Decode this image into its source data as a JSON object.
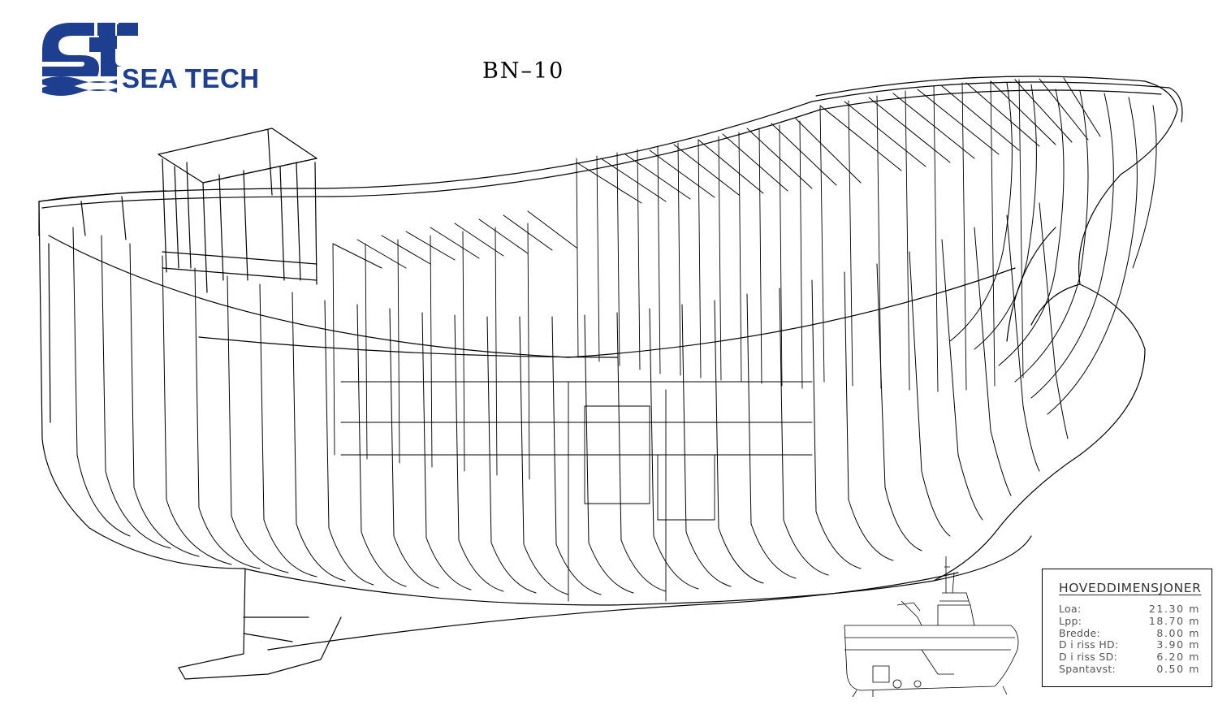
{
  "header": {
    "logo_text": "SEA TECH",
    "drawing_title": "BN–10"
  },
  "dimensions": {
    "title": "HOVEDDIMENSJONER",
    "rows": [
      {
        "label": "Loa:",
        "value": "21.30  m"
      },
      {
        "label": "Lpp:",
        "value": "18.70  m"
      },
      {
        "label": "Bredde:",
        "value": "8.00  m"
      },
      {
        "label": "D i riss HD:",
        "value": "3.90  m"
      },
      {
        "label": "D i riss SD:",
        "value": "6.20  m"
      },
      {
        "label": "Spantavst:",
        "value": "0.50  m"
      }
    ]
  },
  "colors": {
    "brand_blue": "#1e3f8f",
    "linework": "#000000",
    "background": "#ffffff"
  }
}
